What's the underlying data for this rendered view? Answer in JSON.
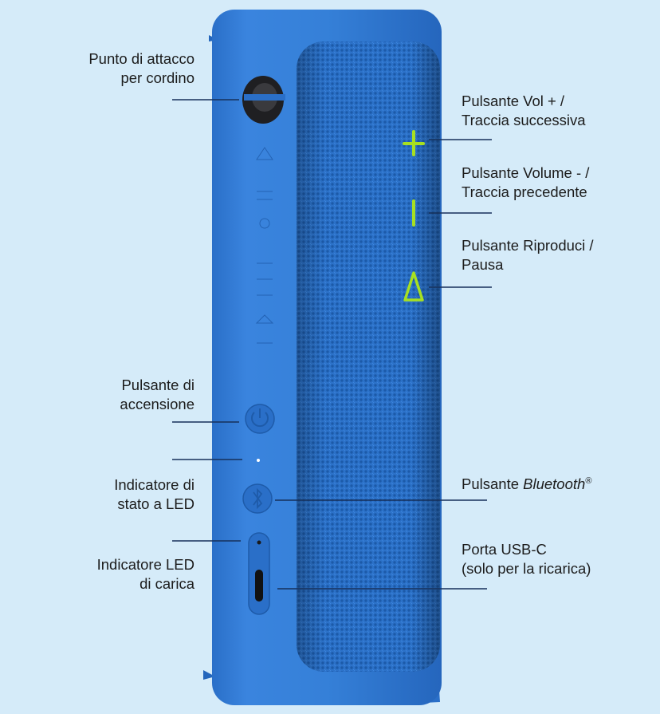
{
  "colors": {
    "background": "#d5ebf9",
    "speaker_body": "#2f79d3",
    "speaker_dark": "#1f5fb2",
    "leader_line": "#16305a",
    "button_accent": "#a7e021"
  },
  "labels": {
    "lanyard": {
      "line1": "Punto di attacco",
      "line2": "per cordino"
    },
    "vol_up": {
      "line1": "Pulsante Vol + /",
      "line2": "Traccia successiva"
    },
    "vol_down": {
      "line1": "Pulsante Volume - /",
      "line2": "Traccia precedente"
    },
    "play_pause": {
      "line1": "Pulsante Riproduci /",
      "line2": "Pausa"
    },
    "power": {
      "line1": "Pulsante di",
      "line2": "accensione"
    },
    "status_led": {
      "line1": "Indicatore di",
      "line2": "stato a LED"
    },
    "bluetooth": {
      "prefix": "Pulsante ",
      "brand": "Bluetooth",
      "mark": "®"
    },
    "charge_led": {
      "line1": "Indicatore LED",
      "line2": "di carica"
    },
    "usb_c": {
      "line1": "Porta USB-C",
      "line2": "(solo per la ricarica)"
    }
  },
  "icons": {
    "vol_up": "plus-icon",
    "vol_down": "minus-icon",
    "play_pause": "triangle-icon",
    "power": "power-icon",
    "bluetooth": "bluetooth-icon",
    "usb_c": "usb-c-port-icon"
  }
}
